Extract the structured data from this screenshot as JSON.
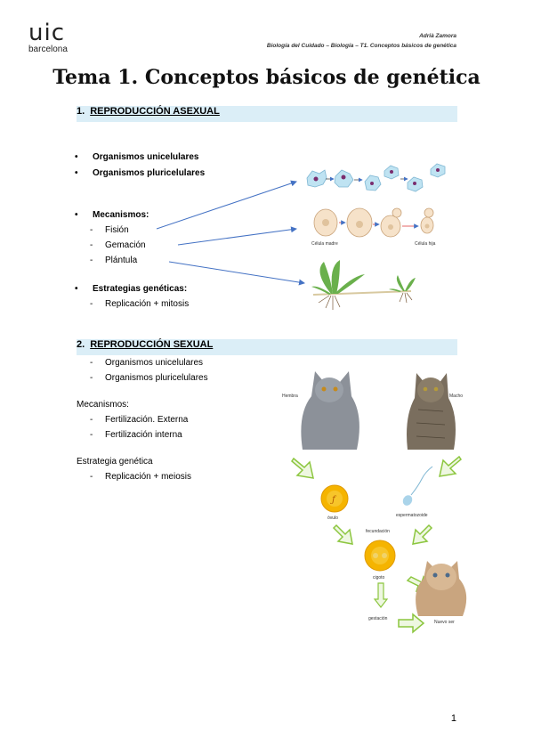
{
  "logo": {
    "mark": "uic",
    "sub": "barcelona"
  },
  "header": {
    "author": "Adrià Zamora",
    "course": "Biología del Cuidado – Biología – T1. Conceptos básicos de genética"
  },
  "title": "Tema 1. Conceptos básicos de genética",
  "section1": {
    "number": "1.",
    "heading": "REPRODUCCIÓN ASEXUAL",
    "organisms": [
      "Organismos unicelulares",
      "Organismos pluricelulares"
    ],
    "mechanisms_label": "Mecanismos:",
    "mechanisms": [
      "Fisión",
      "Gemación",
      "Plántula"
    ],
    "strategies_label": "Estrategias genéticas:",
    "strategies": [
      "Replicación + mitosis"
    ],
    "figure_labels": {
      "mother": "Célula madre",
      "daughter": "Célula hija"
    }
  },
  "section2": {
    "number": "2.",
    "heading": "REPRODUCCIÓN SEXUAL",
    "organisms": [
      "Organismos unicelulares",
      "Organismos pluricelulares"
    ],
    "mechanisms_label": "Mecanismos:",
    "mechanisms": [
      "Fertilización. Externa",
      "Fertilización interna"
    ],
    "strategy_label": "Estrategia genética",
    "strategies": [
      "Replicación + meiosis"
    ],
    "figure_labels": {
      "female": "Hembra",
      "male": "Macho",
      "ovum": "óvulo",
      "sperm": "espermatozoide",
      "fertilization": "fecundación",
      "zygote": "cigoto",
      "gestation": "gestación",
      "newborn": "Nuevo ser"
    }
  },
  "page_number": "1",
  "colors": {
    "section_bg": "#dbeef7",
    "arrow": "#4472c4",
    "green_arrow": "#8cc63f",
    "cell_orange": "#f5b400"
  }
}
